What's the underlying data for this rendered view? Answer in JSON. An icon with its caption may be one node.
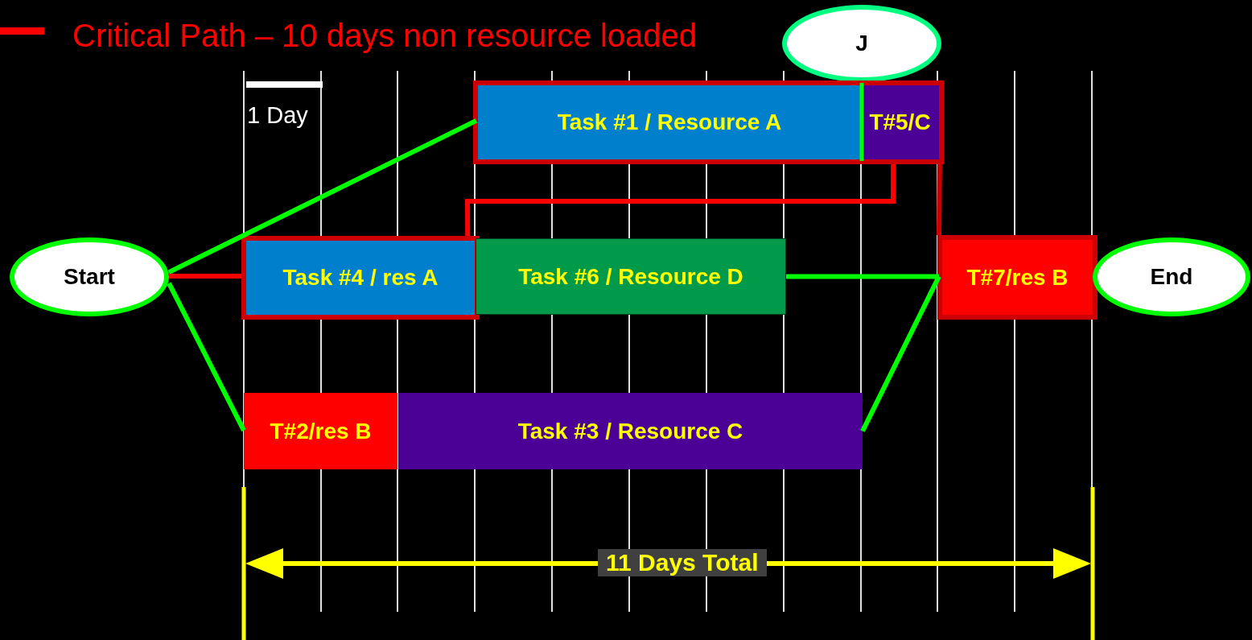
{
  "diagram": {
    "nodes": [
      {
        "text": [
          "Start"
        ]
      },
      {
        "text": [
          "J"
        ]
      },
      {
        "text": [
          "Task #1 / Resource A"
        ]
      },
      {
        "text": [
          "T#5/C"
        ]
      },
      {
        "text": [
          "Task #4 / res A"
        ]
      },
      {
        "text": [
          "Task #6 / Resource D"
        ]
      },
      {
        "text": [
          "T#7/res B"
        ]
      },
      {
        "text": [
          "End"
        ]
      },
      {
        "text": [
          "T#2/res B"
        ]
      },
      {
        "text": [
          "Task #3 / Resource C"
        ]
      }
    ],
    "edges": [
      {
        "from": 0,
        "to": 2,
        "arrow": "none"
      },
      {
        "from": 0,
        "to": 4,
        "arrow": "none",
        "color": "#ff0000"
      },
      {
        "from": 0,
        "to": 8,
        "arrow": "none"
      },
      {
        "from": 4,
        "to": 3,
        "arrow": "none",
        "color": "#ff0000"
      },
      {
        "from": 5,
        "to": 6,
        "arrow": "none"
      },
      {
        "from": 9,
        "to": 6,
        "arrow": "none"
      },
      {
        "from": 3,
        "to": 6,
        "arrow": "none",
        "color": "#cc0000"
      }
    ],
    "labels": [
      "1 Day",
      "11 Days Total"
    ],
    "legend": [
      {
        "text": "Critical Path – 10 days non resource loaded"
      }
    ]
  }
}
